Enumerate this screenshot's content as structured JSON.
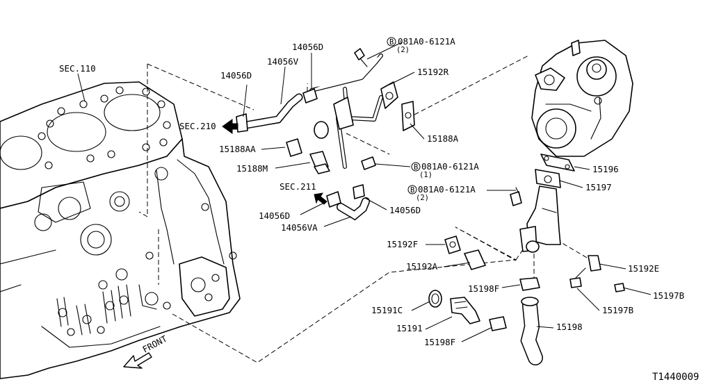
{
  "labels": {
    "sec_110": "SEC.110",
    "sec_210": "SEC.210",
    "sec_211": "SEC.211",
    "p14056D_top": "14056D",
    "p14056D_left": "14056D",
    "p14056V": "14056V",
    "p15188AA": "15188AA",
    "p15188M": "15188M",
    "p14056D_lower_left": "14056D",
    "p14056D_lower_right": "14056D",
    "p14056VA": "14056VA",
    "p15192R": "15192R",
    "p15188A": "15188A",
    "bolt_top_code": "081A0-6121A",
    "bolt_top_qty": "(2)",
    "bolt_mid_code": "081A0-6121A",
    "bolt_mid_qty": "(1)",
    "bolt_low_code": "081A0-6121A",
    "bolt_low_qty": "(2)",
    "bolt_marker": "B",
    "p15196": "15196",
    "p15197": "15197",
    "p15192F": "15192F",
    "p15192A": "15192A",
    "p15192E": "15192E",
    "p15197B_right": "15197B",
    "p15197B_lower": "15197B",
    "p15198F_top": "15198F",
    "p15198F_bottom": "15198F",
    "p15191C": "15191C",
    "p15191": "15191",
    "p15198": "15198",
    "front": "FRONT"
  },
  "figure_code": "T1440009"
}
